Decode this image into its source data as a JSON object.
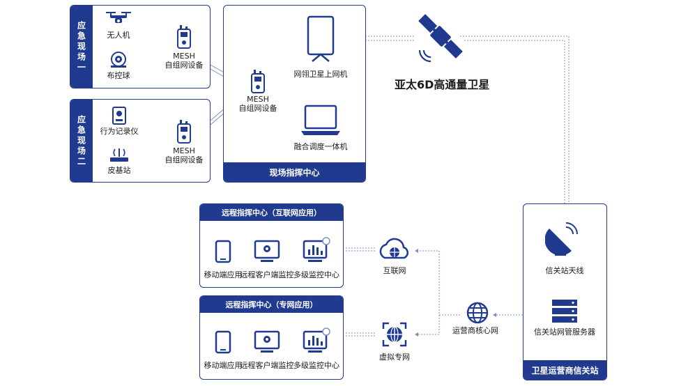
{
  "scene_a": {
    "side_label": "应急现场一",
    "drone": "无人机",
    "dome_camera": "布控球",
    "mesh_line1": "MESH",
    "mesh_line2": "自组网设备"
  },
  "scene_b": {
    "side_label": "应急现场二",
    "recorder": "行为记录仪",
    "base_station": "皮基站",
    "mesh_line1": "MESH",
    "mesh_line2": "自组网设备"
  },
  "command_center": {
    "title": "现场指挥中心",
    "mesh_line1": "MESH",
    "mesh_line2": "自组网设备",
    "satellite_terminal": "网翎卫星上网机",
    "dispatch_machine": "融合调度一体机"
  },
  "satellite": {
    "name": "亚太6D高通量卫星"
  },
  "gateway": {
    "title": "卫星运营商信关站",
    "antenna": "信关站天线",
    "server": "信关站网管服务器"
  },
  "core": {
    "core_network": "运营商核心网",
    "internet": "互联网",
    "vpn": "虚拟专网"
  },
  "remote_internet": {
    "title": "远程指挥中心（互联网应用）",
    "mobile": "移动端应用",
    "client": "远程客户端监控",
    "multi": "多级监控中心"
  },
  "remote_private": {
    "title": "远程指挥中心（专网应用）",
    "mobile": "移动端应用",
    "client": "远程客户端监控",
    "multi": "多级监控中心"
  },
  "colors": {
    "brand_blue": "#1f3a8f",
    "line_blue": "#7d8fc6"
  },
  "icons": [
    "drone-icon",
    "dome-camera-icon",
    "mesh-radio-icon",
    "recorder-icon",
    "base-station-icon",
    "satellite-panel-icon",
    "laptop-icon",
    "satellite-icon",
    "dish-antenna-icon",
    "server-icon",
    "globe-icon",
    "cloud-icon",
    "vpn-icon",
    "phone-icon",
    "monitor-icon",
    "dashboard-icon"
  ]
}
